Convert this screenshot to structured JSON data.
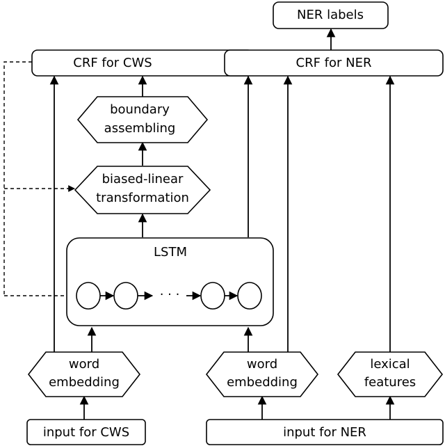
{
  "nodes": {
    "ner_labels": "NER labels",
    "crf_cws": "CRF for CWS",
    "crf_ner": "CRF for NER",
    "boundary_line1": "boundary",
    "boundary_line2": "assembling",
    "biased_line1": "biased-linear",
    "biased_line2": "transformation",
    "lstm": "LSTM",
    "lstm_ellipsis": "· · ·",
    "word_emb_cws_line1": "word",
    "word_emb_cws_line2": "embedding",
    "word_emb_ner_line1": "word",
    "word_emb_ner_line2": "embedding",
    "lexical_line1": "lexical",
    "lexical_line2": "features",
    "input_cws": "input for CWS",
    "input_ner": "input for NER"
  }
}
